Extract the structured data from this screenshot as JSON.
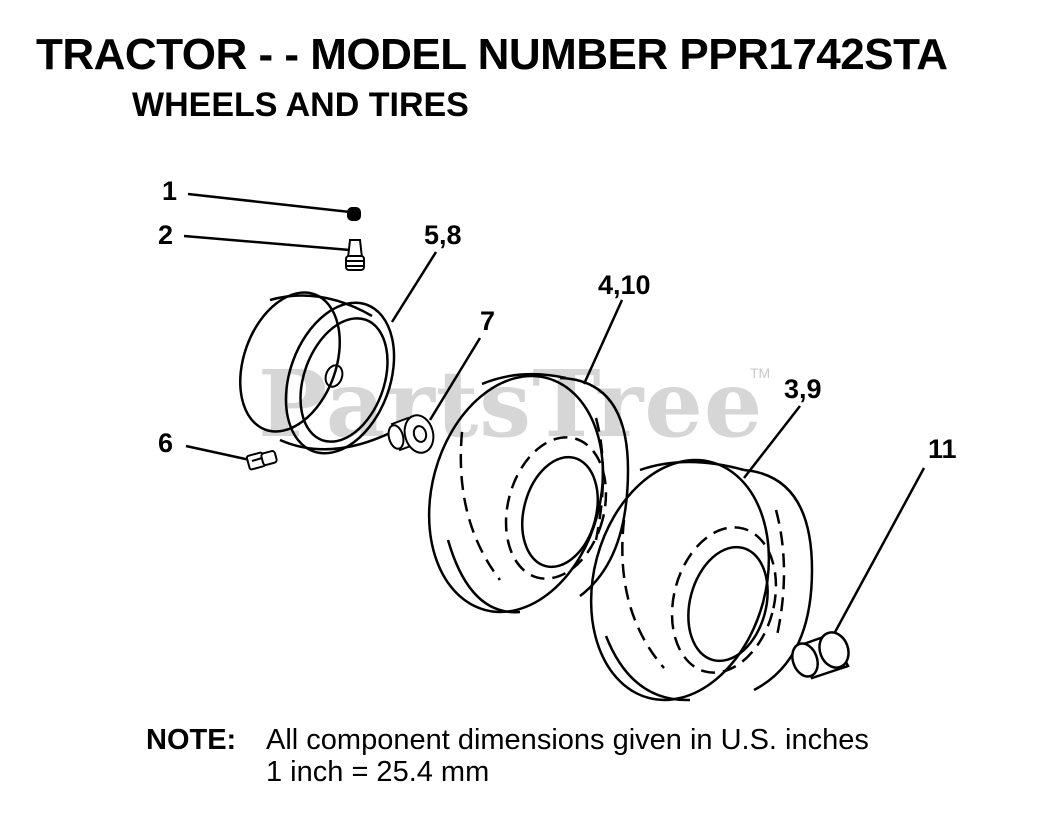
{
  "header": {
    "title": "TRACTOR - - MODEL NUMBER PPR1742STA",
    "subtitle": "WHEELS AND TIRES"
  },
  "watermark": {
    "text": "PartsTree",
    "trademark": "TM"
  },
  "callouts": {
    "c1": "1",
    "c2": "2",
    "c58": "5,8",
    "c410": "4,10",
    "c7": "7",
    "c39": "3,9",
    "c6": "6",
    "c11": "11"
  },
  "note": {
    "label": "NOTE:",
    "line1": "All component dimensions given in U.S. inches",
    "line2": "1 inch = 25.4 mm"
  }
}
